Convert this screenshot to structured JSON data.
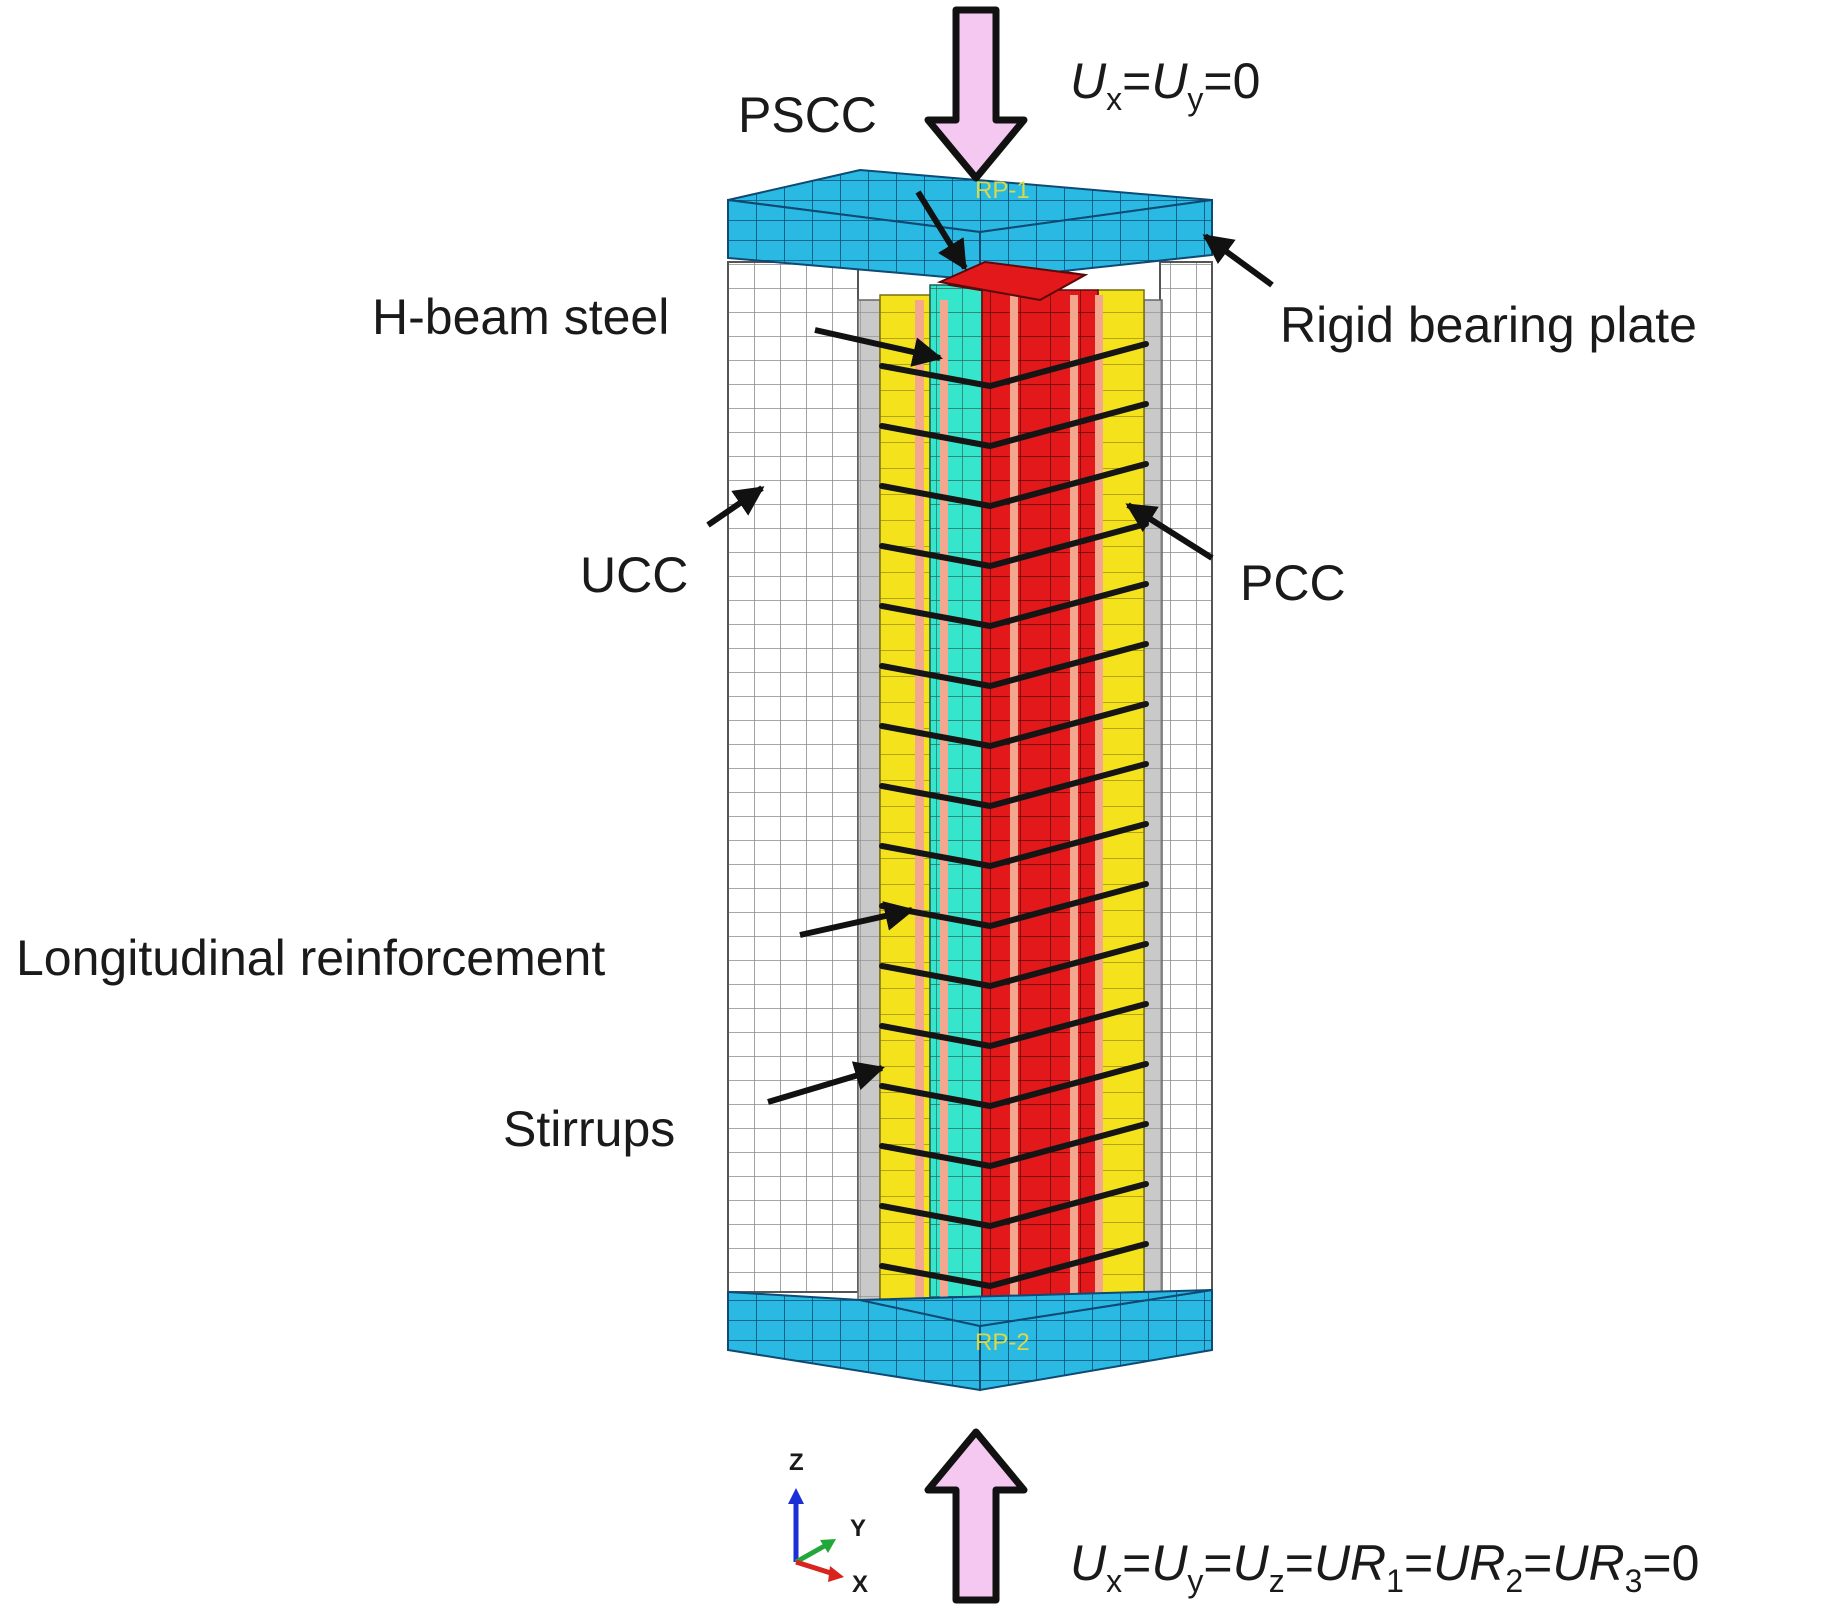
{
  "labels": {
    "pscc": "PSCC",
    "h_beam": "H-beam steel",
    "rigid_plate": "Rigid bearing plate",
    "ucc": "UCC",
    "pcc": "PCC",
    "longitudinal": "Longitudinal reinforcement",
    "stirrups": "Stirrups"
  },
  "reference_points": {
    "top": "RP-1",
    "bottom": "RP-2"
  },
  "boundary_top": {
    "parts": [
      {
        "t": "U",
        "italic": true
      },
      {
        "t": "x",
        "sub": true
      },
      {
        "t": "=",
        "italic": false
      },
      {
        "t": "U",
        "italic": true
      },
      {
        "t": "y",
        "sub": true
      },
      {
        "t": "=0",
        "italic": false
      }
    ]
  },
  "boundary_bottom": {
    "parts": [
      {
        "t": "U",
        "italic": true
      },
      {
        "t": "x",
        "sub": true
      },
      {
        "t": "=",
        "italic": false
      },
      {
        "t": "U",
        "italic": true
      },
      {
        "t": "y",
        "sub": true
      },
      {
        "t": "=",
        "italic": false
      },
      {
        "t": "U",
        "italic": true
      },
      {
        "t": "z",
        "sub": true
      },
      {
        "t": "=",
        "italic": false
      },
      {
        "t": "UR",
        "italic": true
      },
      {
        "t": "1",
        "sub": true
      },
      {
        "t": "=",
        "italic": false
      },
      {
        "t": "UR",
        "italic": true
      },
      {
        "t": "2",
        "sub": true
      },
      {
        "t": "=",
        "italic": false
      },
      {
        "t": "UR",
        "italic": true
      },
      {
        "t": "3",
        "sub": true
      },
      {
        "t": "=0",
        "italic": false
      }
    ]
  },
  "axes": {
    "z": "Z",
    "y": "Y",
    "x": "X"
  },
  "colors": {
    "plate": "#29b9e3",
    "ucc": "#ffffff",
    "pcc": "#f4e31c",
    "hbeam": "#36e6cc",
    "pscc": "#e3181b",
    "rebar": "#f4a78f",
    "stirrup": "#151515",
    "load_arrow": "#f4c8f0"
  }
}
